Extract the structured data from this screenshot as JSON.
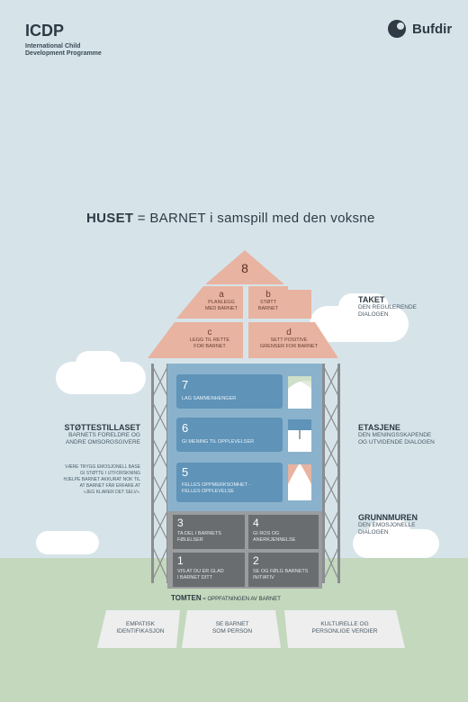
{
  "header": {
    "title": "ICDP",
    "subtitle_line1": "International Child",
    "subtitle_line2": "Development Programme",
    "brand": "Bufdir"
  },
  "headline": {
    "bold": "HUSET",
    "rest": " = BARNET i samspill med den voksne"
  },
  "roof": {
    "top_number": "8",
    "a_letter": "a",
    "a_text1": "PLANLEGG",
    "a_text2": "MED BARNET",
    "b_letter": "b",
    "b_text1": "STØTT",
    "b_text2": "BARNET",
    "c_letter": "c",
    "c_text1": "LEGG TIL RETTE",
    "c_text2": "FOR BARNET",
    "d_letter": "d",
    "d_text1": "SETT POSITIVE",
    "d_text2": "GRENSER FOR BARNET"
  },
  "floors": [
    {
      "number": "7",
      "line1": "LAG SAMMENHENGER",
      "line2": ""
    },
    {
      "number": "6",
      "line1": "GI MENING TIL OPPLEVELSER",
      "line2": ""
    },
    {
      "number": "5",
      "line1": "FELLES OPPMERKSOMHET -",
      "line2": "FELLES OPPLEVELSE"
    }
  ],
  "wall": [
    {
      "number": "3",
      "line1": "TA DEL I BARNETS",
      "line2": "FØLELSER"
    },
    {
      "number": "4",
      "line1": "GI ROS OG",
      "line2": "ANERKJENNELSE"
    },
    {
      "number": "1",
      "line1": "VIS AT DU ER GLAD",
      "line2": "I BARNET DITT"
    },
    {
      "number": "2",
      "line1": "SE OG FØLG BARNETS",
      "line2": "INITIATIV"
    }
  ],
  "labels": {
    "taket_title": "TAKET",
    "taket_1": "DEN REGULERENDE",
    "taket_2": "DIALOGEN",
    "etasjene_title": "ETASJENE",
    "etasjene_1": "DEN MENINGSSKAPENDE",
    "etasjene_2": "OG UTVIDENDE DIALOGEN",
    "grunnmuren_title": "GRUNNMUREN",
    "grunnmuren_1": "DEN EMOSJONELLE",
    "grunnmuren_2": "DIALOGEN",
    "stotte_title": "STØTTESTILLASET",
    "stotte_1": "BARNETS FORELDRE OG",
    "stotte_2": "ANDRE OMSORGSGIVERE",
    "stotte_note1": "VÆRE TRYGG EMOSJONELL BASE",
    "stotte_note2": "GI STØTTE I UTFORSKNING",
    "stotte_note3": "HJELPE BARNET AKKURAT NOK TIL",
    "stotte_note4": "AT BARNET FÅR ERFARE AT",
    "stotte_note5": "«JEG KLARER DET SELV»."
  },
  "tomten": {
    "title_bold": "TOMTEN",
    "title_rest": " = OPPFATNINGEN AV BARNET",
    "p1_line1": "EMPATISK",
    "p1_line2": "IDENTIFIKASJON",
    "p2_line1": "SE BARNET",
    "p2_line2": "SOM PERSON",
    "p3_line1": "KULTURELLE OG",
    "p3_line2": "PERSONLIGE VERDIER"
  },
  "colors": {
    "sky": "#d6e4ea",
    "roof": "#e8b3a0",
    "floors": "#5f93b8",
    "wall": "#6a6d70",
    "ground": "#c3d8bd"
  }
}
